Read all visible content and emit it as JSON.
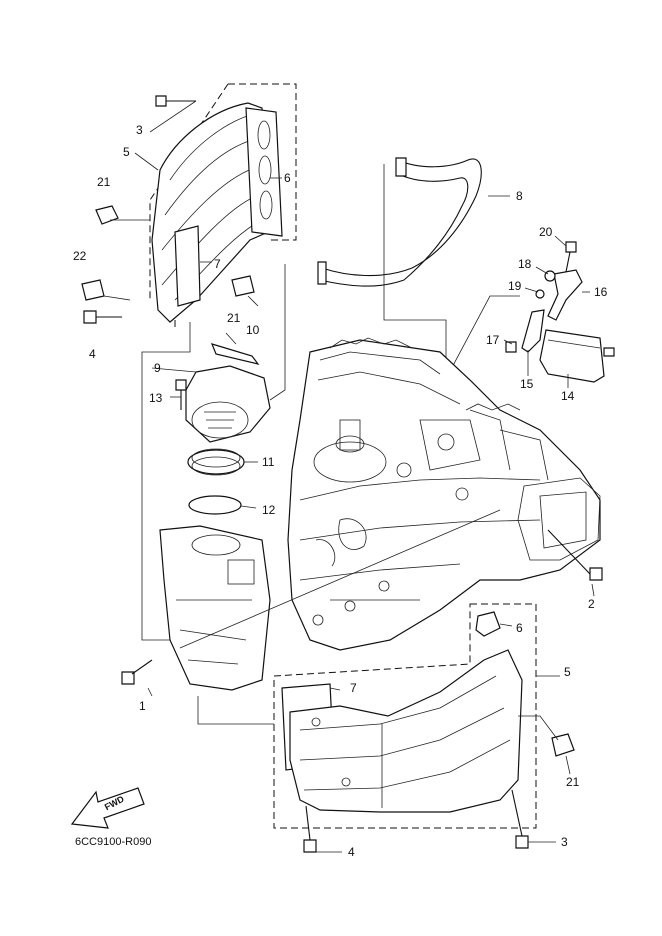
{
  "diagram_code": "6CC9100-R090",
  "fwd_arrow_label": "FWD",
  "callouts": {
    "c1": "1",
    "c2": "2",
    "c3a": "3",
    "c3b": "3",
    "c4a": "4",
    "c4b": "4",
    "c5a": "5",
    "c5b": "5",
    "c6a": "6",
    "c6b": "6",
    "c7a": "7",
    "c7b": "7",
    "c8": "8",
    "c9": "9",
    "c10": "10",
    "c11": "11",
    "c12": "12",
    "c13": "13",
    "c14": "14",
    "c15": "15",
    "c16": "16",
    "c17": "17",
    "c18": "18",
    "c19": "19",
    "c20": "20",
    "c21a": "21",
    "c21b": "21",
    "c21c": "21",
    "c22": "22"
  }
}
